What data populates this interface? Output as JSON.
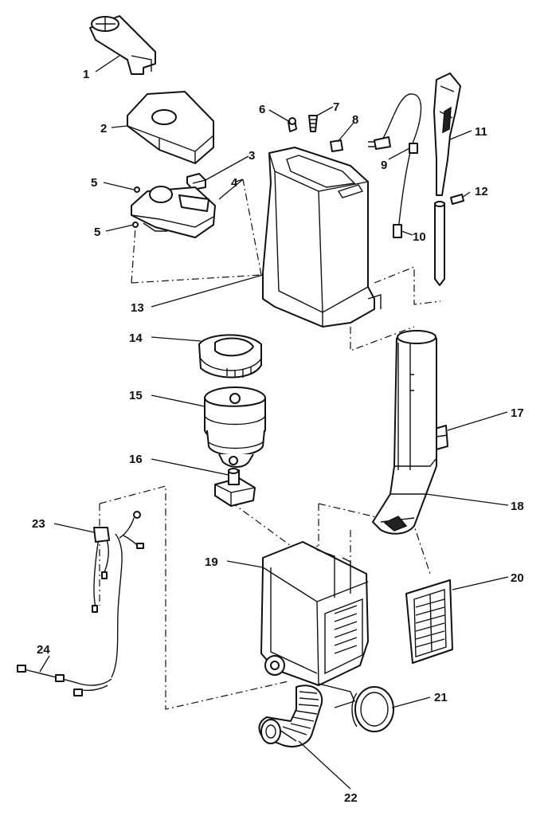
{
  "callouts": [
    "1",
    "2",
    "3",
    "4",
    "5",
    "5",
    "6",
    "7",
    "8",
    "9",
    "10",
    "11",
    "12",
    "13",
    "14",
    "15",
    "16",
    "17",
    "18",
    "19",
    "20",
    "21",
    "22",
    "23",
    "24"
  ]
}
